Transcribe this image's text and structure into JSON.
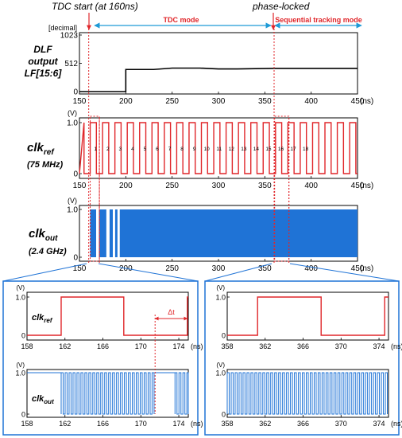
{
  "annotations": {
    "tdc_start": "TDC start (at 160ns)",
    "phase_locked": "phase-locked",
    "tdc_mode": "TDC mode",
    "sequential_mode": "Sequential tracking mode",
    "delta_t": "Δt"
  },
  "labels": {
    "dlf_line1": "DLF",
    "dlf_line2": "output",
    "dlf_line3": "LF[15:6]",
    "clkref_main": "clk",
    "clkref_sub": "ref",
    "clkref_freq": "(75 MHz)",
    "clkout_main": "clk",
    "clkout_sub": "out",
    "clkout_freq": "(2.4 GHz)"
  },
  "colors": {
    "ref": "#e0262a",
    "out": "#1f73d6",
    "mode": "#1e9ad6",
    "marker": "#e0262a",
    "frame": "#1f73d6"
  },
  "chart_data": [
    {
      "type": "line",
      "id": "dlf",
      "ylabel": "[decimal]",
      "xlabel": "(ns)",
      "xlim": [
        150,
        450
      ],
      "ylim": [
        0,
        1023
      ],
      "xticks": [
        150,
        200,
        250,
        300,
        350,
        400,
        450
      ],
      "yticks": [
        0,
        512,
        1023
      ],
      "series": [
        {
          "x": [
            150,
            200,
            200,
            230,
            250,
            280,
            300,
            320,
            360,
            450
          ],
          "y": [
            0,
            0,
            400,
            400,
            425,
            425,
            410,
            410,
            420,
            420
          ]
        }
      ]
    },
    {
      "type": "line",
      "id": "clkref",
      "ylabel": "(V)",
      "xlabel": "(ns)",
      "xlim": [
        150,
        450
      ],
      "ylim": [
        0,
        1.0
      ],
      "xticks": [
        150,
        200,
        250,
        300,
        350,
        400,
        450
      ],
      "yticks": [
        0,
        1.0
      ],
      "period_ns": 13.33,
      "cycle_labels": [
        "1",
        "2",
        "3",
        "4",
        "5",
        "6",
        "7",
        "8",
        "9",
        "10",
        "11",
        "12",
        "13",
        "14",
        "15",
        "16",
        "17",
        "18"
      ]
    },
    {
      "type": "area",
      "id": "clkout",
      "ylabel": "(V)",
      "xlabel": "(ns)",
      "xlim": [
        150,
        450
      ],
      "ylim": [
        0,
        1.0
      ],
      "xticks": [
        150,
        200,
        250,
        300,
        350,
        400,
        450
      ],
      "yticks": [
        0,
        1.0
      ],
      "gaps_ns": [
        [
          168,
          171
        ],
        [
          179,
          182.5
        ],
        [
          186,
          188.5
        ],
        [
          191,
          193.5
        ]
      ]
    },
    {
      "type": "line",
      "id": "zoom_left_ref",
      "label_main": "clk",
      "label_sub": "ref",
      "ylabel": "(V)",
      "xlabel": "(ns)",
      "xlim": [
        158,
        175
      ],
      "ylim": [
        0,
        1.0
      ],
      "xticks": [
        158,
        162,
        166,
        170,
        174
      ],
      "yticks": [
        0,
        1.0
      ],
      "series": [
        {
          "x": [
            158,
            161.6,
            161.6,
            168.2,
            168.2,
            174.9,
            174.9,
            175
          ],
          "y": [
            0,
            0,
            1,
            1,
            0,
            0,
            1,
            1
          ]
        }
      ]
    },
    {
      "type": "line",
      "id": "zoom_left_out",
      "label_main": "clk",
      "label_sub": "out",
      "ylabel": "(V)",
      "xlabel": "(ns)",
      "xlim": [
        158,
        175
      ],
      "ylim": [
        0,
        1.0
      ],
      "xticks": [
        158,
        162,
        166,
        170,
        174
      ],
      "yticks": [
        0,
        1.0
      ],
      "active_ns": [
        [
          161.6,
          171.5
        ],
        [
          173.6,
          175
        ]
      ],
      "period_ns": 0.4167
    },
    {
      "type": "line",
      "id": "zoom_right_ref",
      "ylabel": "(V)",
      "xlabel": "(ns)",
      "xlim": [
        358,
        375
      ],
      "ylim": [
        0,
        1.0
      ],
      "xticks": [
        358,
        362,
        366,
        370,
        374
      ],
      "yticks": [
        0,
        1.0
      ],
      "series": [
        {
          "x": [
            358,
            361.2,
            361.2,
            367.9,
            367.9,
            374.6,
            374.6,
            375
          ],
          "y": [
            0,
            0,
            1,
            1,
            0,
            0,
            1,
            1
          ]
        }
      ]
    },
    {
      "type": "line",
      "id": "zoom_right_out",
      "ylabel": "(V)",
      "xlabel": "(ns)",
      "xlim": [
        358,
        375
      ],
      "ylim": [
        0,
        1.0
      ],
      "xticks": [
        358,
        362,
        366,
        370,
        374
      ],
      "yticks": [
        0,
        1.0
      ],
      "active_ns": [
        [
          358,
          375
        ]
      ],
      "period_ns": 0.4167
    }
  ]
}
